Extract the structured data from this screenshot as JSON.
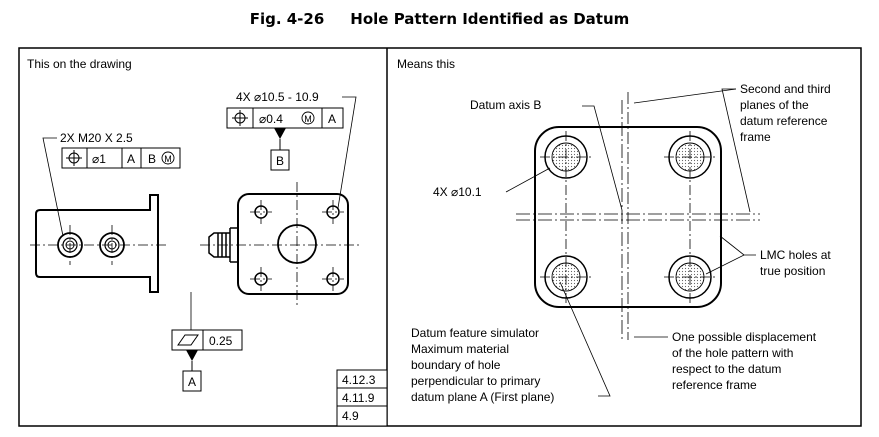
{
  "figure": {
    "number": "Fig. 4-26",
    "title": "Hole Pattern Identified as Datum"
  },
  "left_panel": {
    "heading": "This on the drawing",
    "hole_callout": "4X ⌀10.5 - 10.9",
    "position_frame": {
      "symbol": "position-icon",
      "tolerance": "⌀0.4",
      "modifier": "M",
      "datum": "A"
    },
    "datum_b_label": "B",
    "thread_callout": "2X M20 X 2.5",
    "thread_frame": {
      "symbol": "position-icon",
      "tolerance": "⌀1",
      "datum_1": "A",
      "datum_2": "B",
      "modifier": "M"
    },
    "flatness_frame": {
      "symbol": "flatness-icon",
      "tolerance": "0.25"
    },
    "datum_a_label": "A",
    "references": [
      "4.12.3",
      "4.11.9",
      "4.9"
    ]
  },
  "right_panel": {
    "heading": "Means this",
    "datum_axis_label": "Datum axis B",
    "second_third_planes": [
      "Second and third",
      "planes of the",
      "datum reference",
      "frame"
    ],
    "hole_size": "4X ⌀10.1",
    "lmc_holes": [
      "LMC holes at",
      "true position"
    ],
    "simulator_note": [
      "Datum feature simulator",
      "Maximum material",
      "boundary of hole",
      "perpendicular to primary",
      "datum plane A (First plane)"
    ],
    "displacement_note": [
      "One possible displacement",
      "of the hole pattern with",
      "respect to the datum",
      "reference frame"
    ]
  }
}
